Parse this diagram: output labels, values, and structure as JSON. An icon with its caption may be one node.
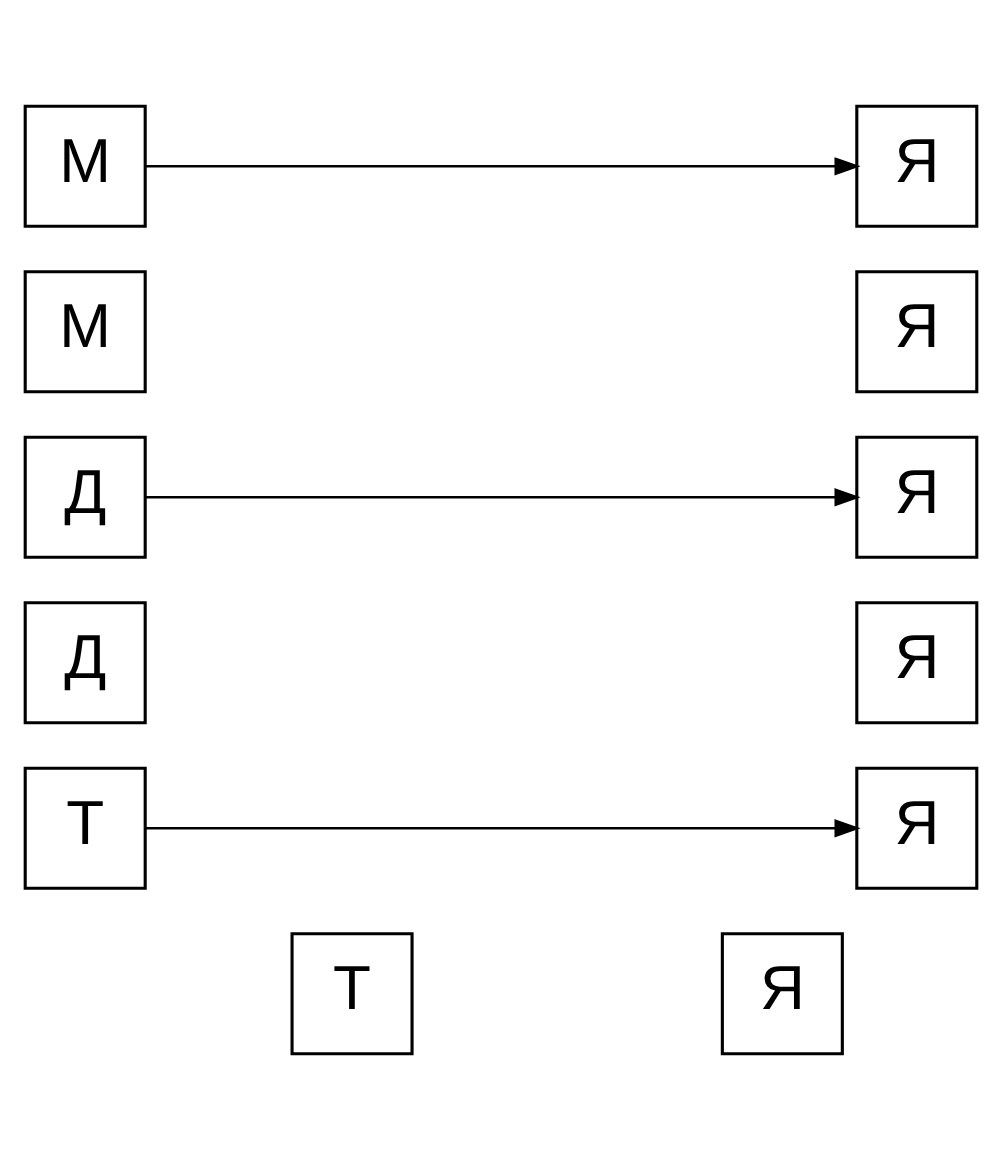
{
  "diagram": {
    "nodes": [
      {
        "text": [
          "М"
        ]
      },
      {
        "text": [
          "Я"
        ]
      },
      {
        "text": [
          "М"
        ]
      },
      {
        "text": [
          "Я"
        ]
      },
      {
        "text": [
          "Д"
        ]
      },
      {
        "text": [
          "Я"
        ]
      },
      {
        "text": [
          "Д"
        ]
      },
      {
        "text": [
          "Я"
        ]
      },
      {
        "text": [
          "Т"
        ]
      },
      {
        "text": [
          "Я"
        ]
      },
      {
        "text": [
          "Т"
        ]
      },
      {
        "text": [
          "Я"
        ]
      }
    ],
    "edges": [
      {
        "from": 0,
        "to": 1,
        "arrow": "to"
      },
      {
        "from": 4,
        "to": 5,
        "arrow": "to"
      },
      {
        "from": 8,
        "to": 9,
        "arrow": "to"
      }
    ]
  }
}
